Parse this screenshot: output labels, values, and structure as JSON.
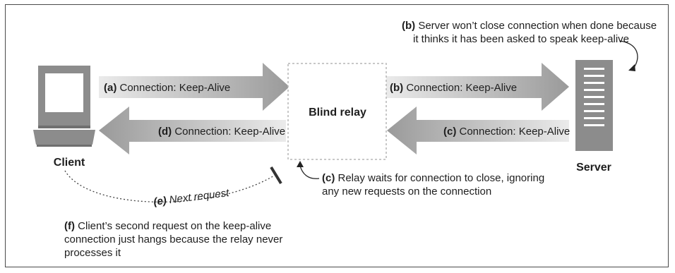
{
  "nodes": {
    "client": "Client",
    "server": "Server",
    "relay": "Blind relay"
  },
  "arrows": {
    "a": {
      "tag": "(a)",
      "text": " Connection: Keep-Alive"
    },
    "b": {
      "tag": "(b)",
      "text": " Connection: Keep-Alive"
    },
    "c": {
      "tag": "(c)",
      "text": " Connection: Keep-Alive"
    },
    "d": {
      "tag": "(d)",
      "text": " Connection: Keep-Alive"
    }
  },
  "notes": {
    "b_tag": "(b)",
    "b_line1": " Server won’t close connection when done because",
    "b_line2": "it thinks it has been asked to speak keep-alive",
    "c_tag": "(c)",
    "c_line1": " Relay waits for connection to close, ignoring",
    "c_line2": "any new requests on the connection",
    "e_tag": "(e)",
    "e_text": " Next request",
    "f_tag": "(f)",
    "f_line1": " Client’s second request on the keep-alive",
    "f_line2": "connection just hangs because the relay never",
    "f_line3": "processes it"
  },
  "colors": {
    "arrow_dark": "#9a9a9a",
    "arrow_light": "#ebebeb",
    "icon_gray": "#8c8c8c",
    "relay_border": "#b5b5b5"
  },
  "icons": [
    "computer-icon",
    "server-icon"
  ]
}
